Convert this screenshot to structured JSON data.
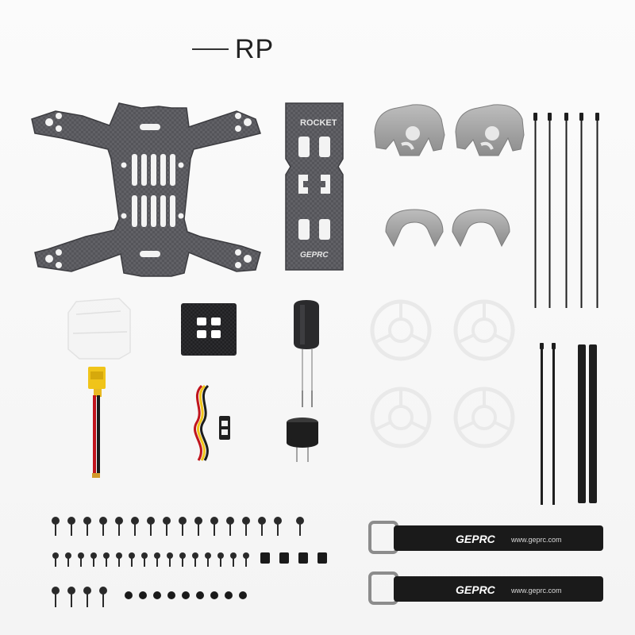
{
  "caption": {
    "text": "RP"
  },
  "frame": {
    "plate_text": "ROCKET",
    "plate_logo": "GEPRC"
  },
  "straps": [
    {
      "brand": "GEPRC",
      "url": "www.geprc.com"
    },
    {
      "brand": "GEPRC",
      "url": "www.geprc.com"
    }
  ],
  "colors": {
    "carbon": "#4f4f53",
    "aluminum": "#a2a2a2",
    "duct": "#ffffff",
    "strap": "#1a1a1a",
    "connector": "#f0c419",
    "wire_red": "#c0141c"
  }
}
